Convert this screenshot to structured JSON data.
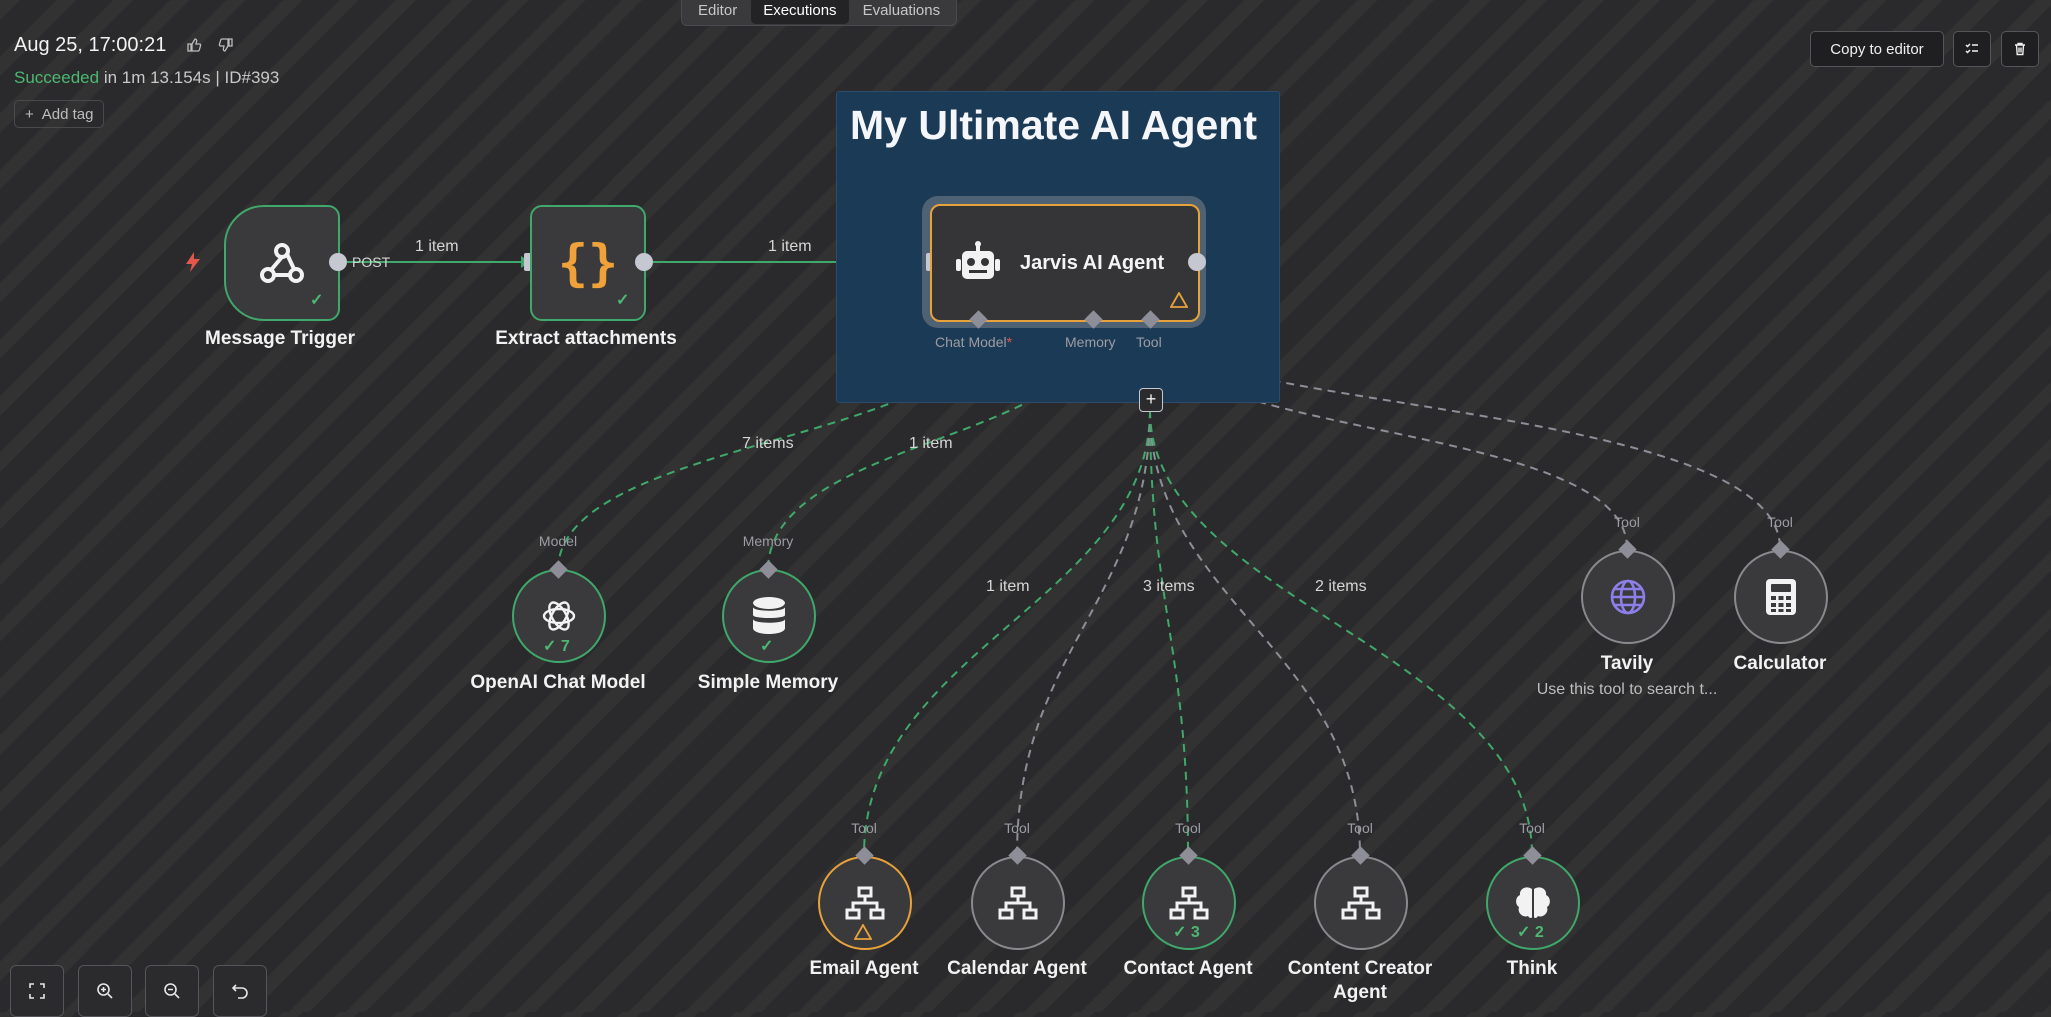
{
  "tabs": [
    {
      "label": "Editor",
      "active": false
    },
    {
      "label": "Executions",
      "active": true
    },
    {
      "label": "Evaluations",
      "active": false
    }
  ],
  "execution": {
    "date": "Aug 25, 17:00:21",
    "status": "Succeeded",
    "duration": "in 1m 13.154s",
    "id": "| ID#393"
  },
  "add_tag_label": "Add tag",
  "copy_to_editor_label": "Copy to editor",
  "sticky_title": "My Ultimate AI Agent",
  "nodes": {
    "message_trigger": {
      "label": "Message Trigger",
      "output_label": "POST",
      "icon": "webhook-icon"
    },
    "extract_attachments": {
      "label": "Extract attachments",
      "icon": "code-braces-icon"
    },
    "jarvis": {
      "label": "Jarvis AI Agent",
      "icon": "robot-icon",
      "ports": {
        "chat_model": "Chat Model",
        "required_mark": "*",
        "memory": "Memory",
        "tool": "Tool"
      }
    },
    "openai": {
      "label": "OpenAI Chat Model",
      "port": "Model",
      "count": "7",
      "icon": "openai-icon"
    },
    "memory": {
      "label": "Simple Memory",
      "port": "Memory",
      "icon": "database-icon"
    },
    "tavily": {
      "label": "Tavily",
      "port": "Tool",
      "subtitle": "Use this tool to search t...",
      "icon": "globe-icon"
    },
    "calculator": {
      "label": "Calculator",
      "port": "Tool",
      "icon": "calculator-icon"
    },
    "email_agent": {
      "label": "Email Agent",
      "port": "Tool",
      "icon": "sitemap-icon"
    },
    "calendar_agent": {
      "label": "Calendar Agent",
      "port": "Tool",
      "icon": "sitemap-icon"
    },
    "contact_agent": {
      "label": "Contact Agent",
      "port": "Tool",
      "count": "3",
      "icon": "sitemap-icon"
    },
    "content_creator_agent": {
      "label_line1": "Content Creator",
      "label_line2": "Agent",
      "port": "Tool",
      "icon": "sitemap-icon"
    },
    "think": {
      "label": "Think",
      "port": "Tool",
      "count": "2",
      "icon": "brain-icon"
    }
  },
  "edges": {
    "trigger_to_extract": "1 item",
    "extract_to_agent": "1 item",
    "model": "7 items",
    "memory": "1 item",
    "email": "1 item",
    "contact": "3 items",
    "think": "2 items"
  },
  "colors": {
    "success": "#4cb871",
    "warning": "#e8a23a",
    "sticky": "#1b3a55",
    "trigger_bolt": "#e2574c"
  }
}
